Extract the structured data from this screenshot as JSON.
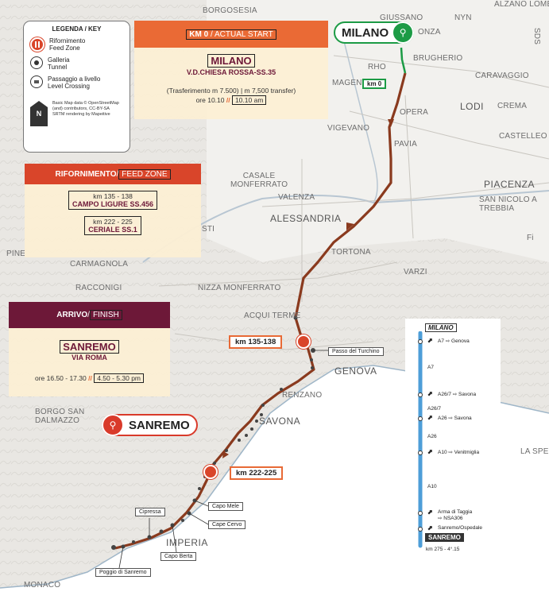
{
  "legend": {
    "title": "LEGENDA / KEY",
    "feed_zone": "Rifornimento\nFeed Zone",
    "tunnel": "Galleria\nTunnel",
    "level_crossing": "Passaggio a livello\nLevel Crossing",
    "compass_letter": "N",
    "credit": "Basic Map data © OpenStreetMap\n(and) contributors, CC-BY-SA\nSRTM rendering by Mapeitive"
  },
  "start": {
    "header_it": "KM 0",
    "header_sep": " / ",
    "header_en": "ACTUAL START",
    "city": "MILANO",
    "address": "V.D.CHIESA ROSSA-SS.35",
    "transfer": "(Trasferimento m 7.500) | m 7,500 transfer)",
    "time_it": "ore 10.10",
    "time_sep": " // ",
    "time_en": "10.10 am"
  },
  "feed": {
    "header_it": "RIFORNIMENTO",
    "header_sep": " / ",
    "header_en": "FEED ZONE",
    "zone1_km": "km 135 - 138",
    "zone1_place": "CAMPO LIGURE SS.456",
    "zone2_km": "km 222 - 225",
    "zone2_place": "CERIALE SS.1"
  },
  "finish": {
    "header_it": "ARRIVO",
    "header_sep": " / ",
    "header_en": "FINISH",
    "city": "SANREMO",
    "address": "VIA ROMA",
    "time_it": "ore 16.50 - 17.30",
    "time_sep": " // ",
    "time_en": "4.50 - 5.30 pm"
  },
  "map_badges": {
    "milano": "MILANO",
    "sanremo": "SANREMO",
    "km0": "km 0",
    "feed1": "km 135-138",
    "feed2": "km 222-225"
  },
  "places": {
    "passo_turchino": "Passo del Turchino",
    "capo_mele": "Capo Mele",
    "cape_cervo": "Cape Cervo",
    "cipressa": "Cipressa",
    "capo_berta": "Capo Berta",
    "poggio": "Poggio di Sanremo"
  },
  "towns": {
    "borgosesia": "BORGOSESIA",
    "giussano": "GIUSSANO",
    "monza": "ONZA",
    "brugherio": "BRUGHERIO",
    "magenta": "MAGENTA",
    "rho": "RHO",
    "opera": "OPERA",
    "lodi": "LODI",
    "caravaggio": "CARAVAGGIO",
    "crema": "CREMA",
    "vigevano": "VIGEVANO",
    "pavia": "PAVIA",
    "castelleone": "CASTELLEO",
    "piacenza": "PIACENZA",
    "san_nicolo": "SAN NICOLO A\nTREBBIA",
    "casale": "CASALE\nMONFERRATO",
    "valenza": "VALENZA",
    "alessandria": "ALESSANDRIA",
    "tortona": "TORTONA",
    "varzi": "VARZI",
    "asti": "STI",
    "pinerolo": "PINE",
    "carmagnola": "CARMAGNOLA",
    "racconigi": "RACCONIGI",
    "nizza": "NIZZA MONFERRATO",
    "acqui": "ACQUI TERME",
    "genova": "GENOVA",
    "arenzano": "RENZANO",
    "savona": "SAVONA",
    "borgo": "BORGO SAN\nDALMAZZO",
    "imperia": "IMPERIA",
    "monaco": "MONACO",
    "la_spezia": "LA SPE",
    "nyn": "NYN",
    "sds": "SDS",
    "alzano": "ALZANO LOMBAR",
    "fi": "Fi"
  },
  "profile": {
    "start": "MILANO",
    "end": "SANREMO",
    "total": "km 275 - 4°.15",
    "roads": [
      {
        "label": "A7 ⇨ Genova"
      },
      {
        "label": "A7"
      },
      {
        "label": "A26/7 ⇨ Savona"
      },
      {
        "label": "A26/7"
      },
      {
        "label": "A26 ⇨ Savona"
      },
      {
        "label": "A26"
      },
      {
        "label": "A10 ⇨ Venitmiglia"
      },
      {
        "label": "A10"
      },
      {
        "label": "Arma di Taggia\n⇨ NSA306"
      },
      {
        "label": "Sanremo/Ospedale"
      }
    ]
  },
  "colors": {
    "route": "#8a3a1e",
    "feed_header": "#d9452a",
    "start_header": "#ea6a35",
    "finish_header": "#6d1838",
    "start_badge": "#1c9b45",
    "finish_badge": "#d93a2a",
    "sea": "#ffffff",
    "profile_line": "#4d9ed8"
  }
}
